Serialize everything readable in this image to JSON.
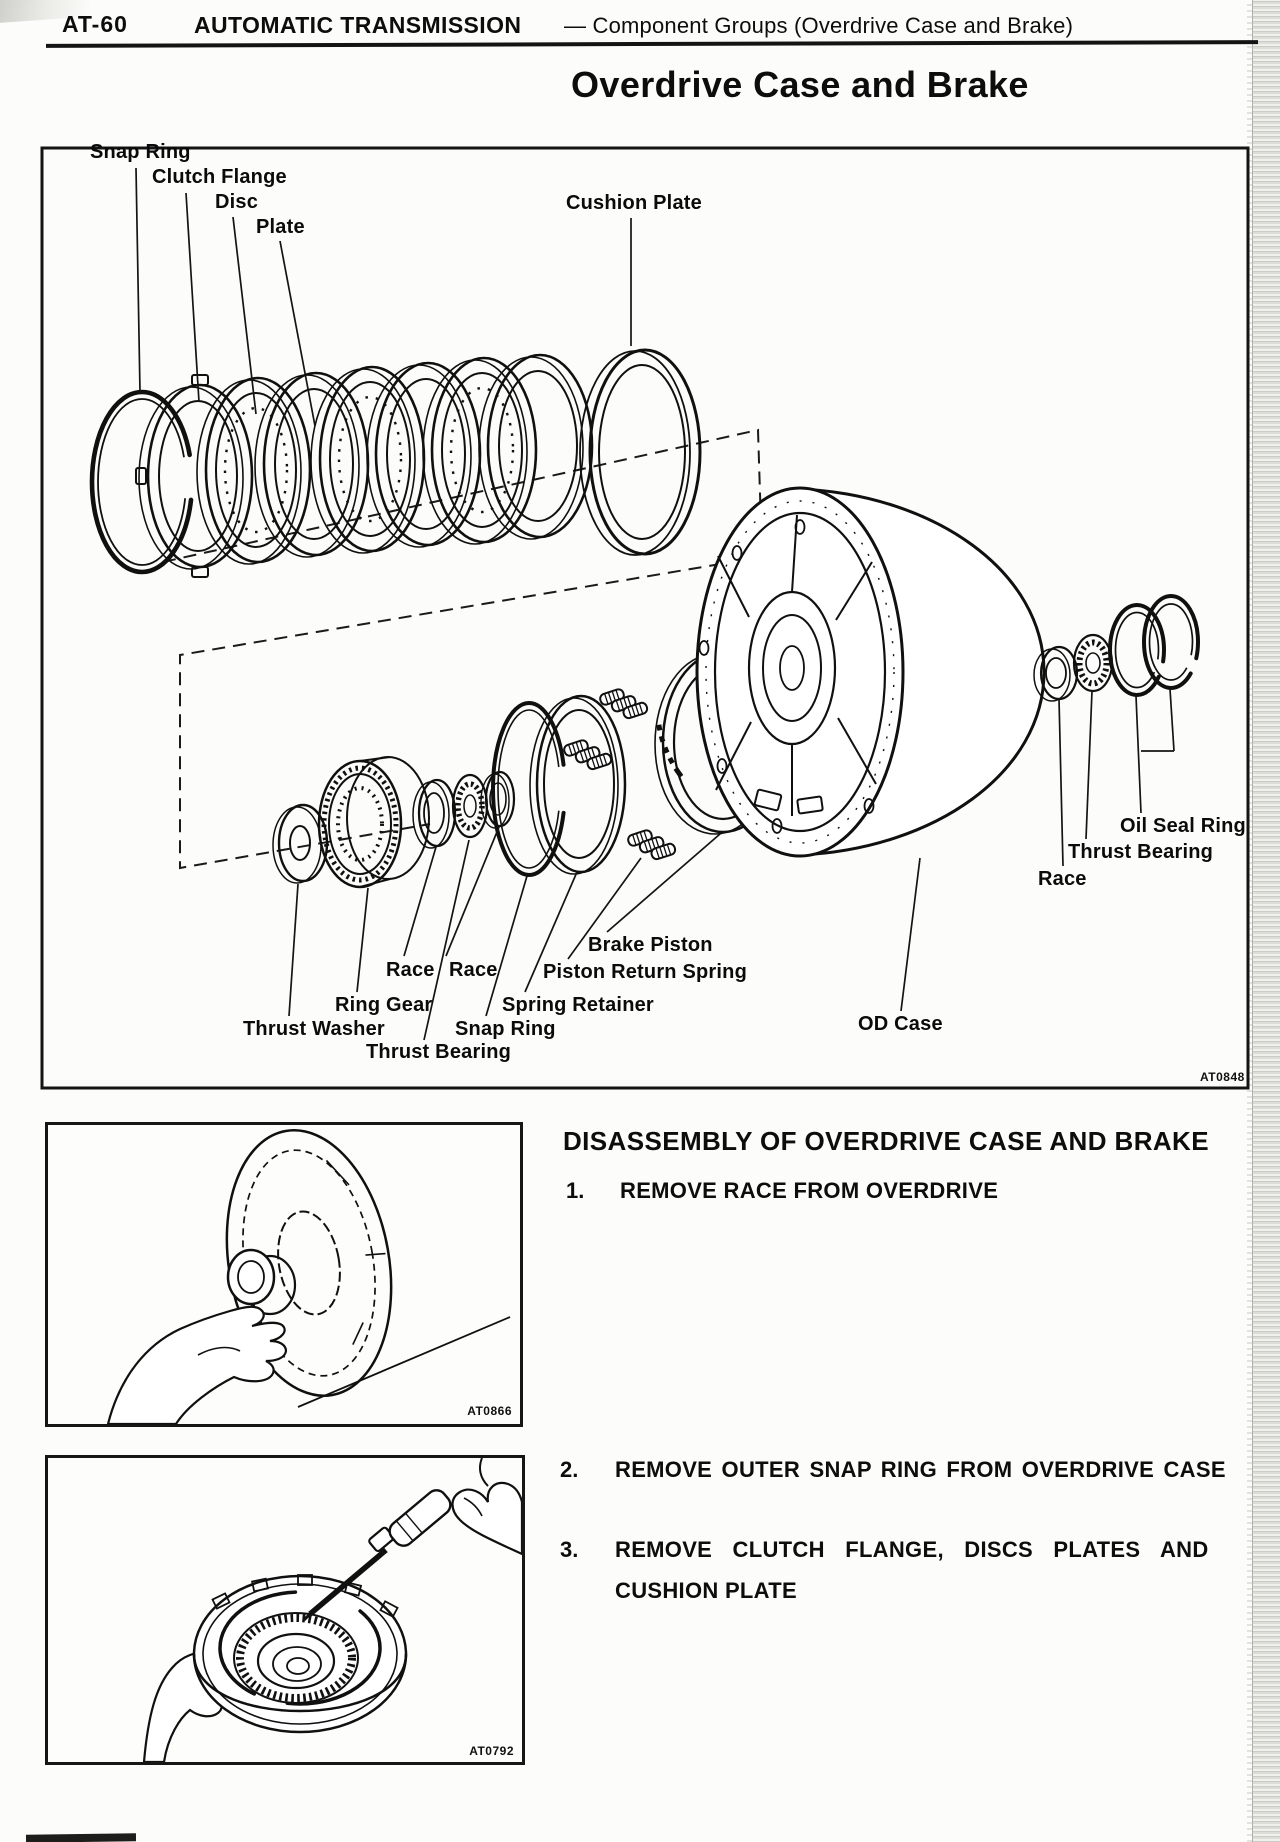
{
  "header": {
    "page_code": "AT-60",
    "section_bold": "AUTOMATIC TRANSMISSION",
    "section_rest": "— Component Groups (Overdrive Case and Brake)"
  },
  "title": "Overdrive Case and Brake",
  "diagram": {
    "figure_code": "AT0848",
    "labels": {
      "snap_ring_top": "Snap Ring",
      "clutch_flange": "Clutch Flange",
      "disc": "Disc",
      "plate": "Plate",
      "cushion_plate": "Cushion Plate",
      "oil_seal_ring": "Oil Seal Ring",
      "thrust_bearing_right": "Thrust Bearing",
      "race_right": "Race",
      "brake_piston": "Brake Piston",
      "piston_return_spring": "Piston Return Spring",
      "race_a": "Race",
      "race_b": "Race",
      "spring_retainer": "Spring Retainer",
      "ring_gear": "Ring Gear",
      "thrust_washer": "Thrust Washer",
      "snap_ring_bottom": "Snap Ring",
      "thrust_bearing_bottom": "Thrust Bearing",
      "od_case": "OD Case"
    }
  },
  "figures": {
    "fig1_code": "AT0866",
    "fig2_code": "AT0792"
  },
  "instructions": {
    "heading": "DISASSEMBLY OF OVERDRIVE CASE AND BRAKE",
    "steps": [
      {
        "num": "1.",
        "text": "REMOVE RACE FROM OVERDRIVE"
      },
      {
        "num": "2.",
        "text": "REMOVE OUTER SNAP RING FROM OVERDRIVE CASE"
      },
      {
        "num": "3.",
        "line1": "REMOVE CLUTCH FLANGE, DISCS PLATES AND",
        "line2": "CUSHION PLATE"
      }
    ]
  }
}
